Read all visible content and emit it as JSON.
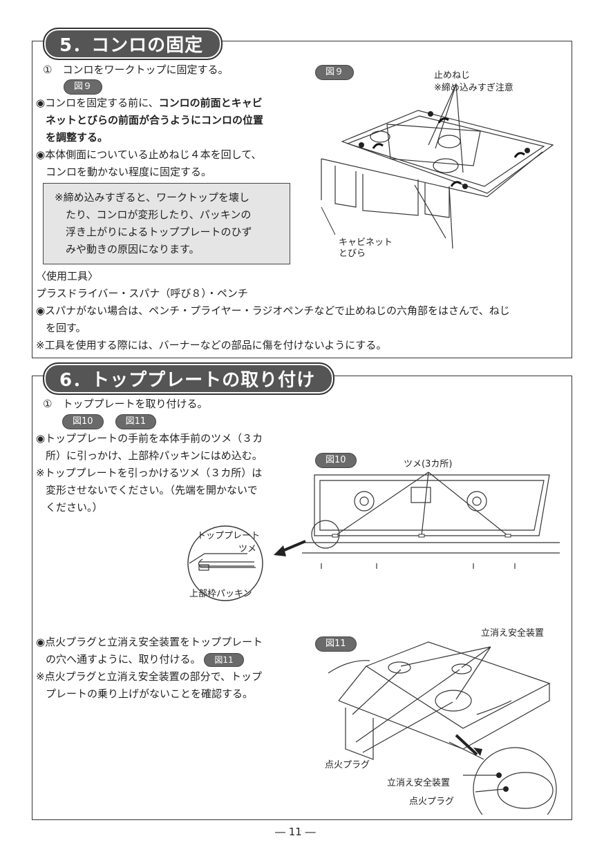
{
  "s5": {
    "title": "5．コンロの固定",
    "step1": "①　コンロをワークトップに固定する。",
    "fig_ref": "図９",
    "b1_pre": "◉コンロを固定する前に、",
    "b1_bold1": "コンロの前面とキャビ",
    "b1_bold2": "ネットとびらの前面が合うようにコンロの位置",
    "b1_bold3": "を調整する。",
    "b2_l1": "◉本体側面についている止めねじ４本を回して、",
    "b2_l2": "コンロを動かない程度に固定する。",
    "note_l1": "※締め込みすぎると、ワークトップを壊し",
    "note_l2": "たり、コンロが変形したり、パッキンの",
    "note_l3": "浮き上がりによるトッププレートのひず",
    "note_l4": "みや動きの原因になります。",
    "tools_head": "〈使用工具〉",
    "tools": "プラスドライバー・スパナ（呼び８）・ペンチ",
    "spanner_l1": "◉スパナがない場合は、ペンチ・プライヤー・ラジオペンチなどで止めねじの六角部をはさんで、ねじ",
    "spanner_l2": "を回す。",
    "caution": "※工具を使用する際には、バーナーなどの部品に傷を付けないようにする。",
    "fig": {
      "label": "図９",
      "screw_label": "止めねじ",
      "screw_note": "※締め込みすぎ注意",
      "cabinet_l1": "キャビネット",
      "cabinet_l2": "とびら"
    }
  },
  "s6": {
    "title": "6．トッププレートの取り付け",
    "step1": "①　トッププレートを取り付ける。",
    "ref10": "図10",
    "ref11": "図11",
    "b1_l1": "◉トッププレートの手前を本体手前のツメ（３カ",
    "b1_l2": "所）に引っかけ、上部枠パッキンにはめ込む。",
    "c1_l1": "※トッププレートを引っかけるツメ（３カ所）は",
    "c1_l2": "変形させないでください。（先端を開かないで",
    "c1_l3": "ください。）",
    "b2_l1": "◉点火プラグと立消え安全装置をトッププレート",
    "b2_l2": "の穴へ通すように、取り付ける。",
    "c2_l1": "※点火プラグと立消え安全装置の部分で、トップ",
    "c2_l2": "プレートの乗り上げがないことを確認する。",
    "fig10": {
      "label": "図10",
      "tsume": "ツメ(3カ所)",
      "zoom_top": "トッププレート",
      "zoom_tsume": "ツメ",
      "zoom_pack": "上部枠パッキン"
    },
    "fig11": {
      "label": "図11",
      "safety": "立消え安全装置",
      "plug": "点火プラグ",
      "safety2": "立消え安全装置",
      "plug2": "点火プラグ"
    }
  },
  "page_number": "― 11 ―"
}
